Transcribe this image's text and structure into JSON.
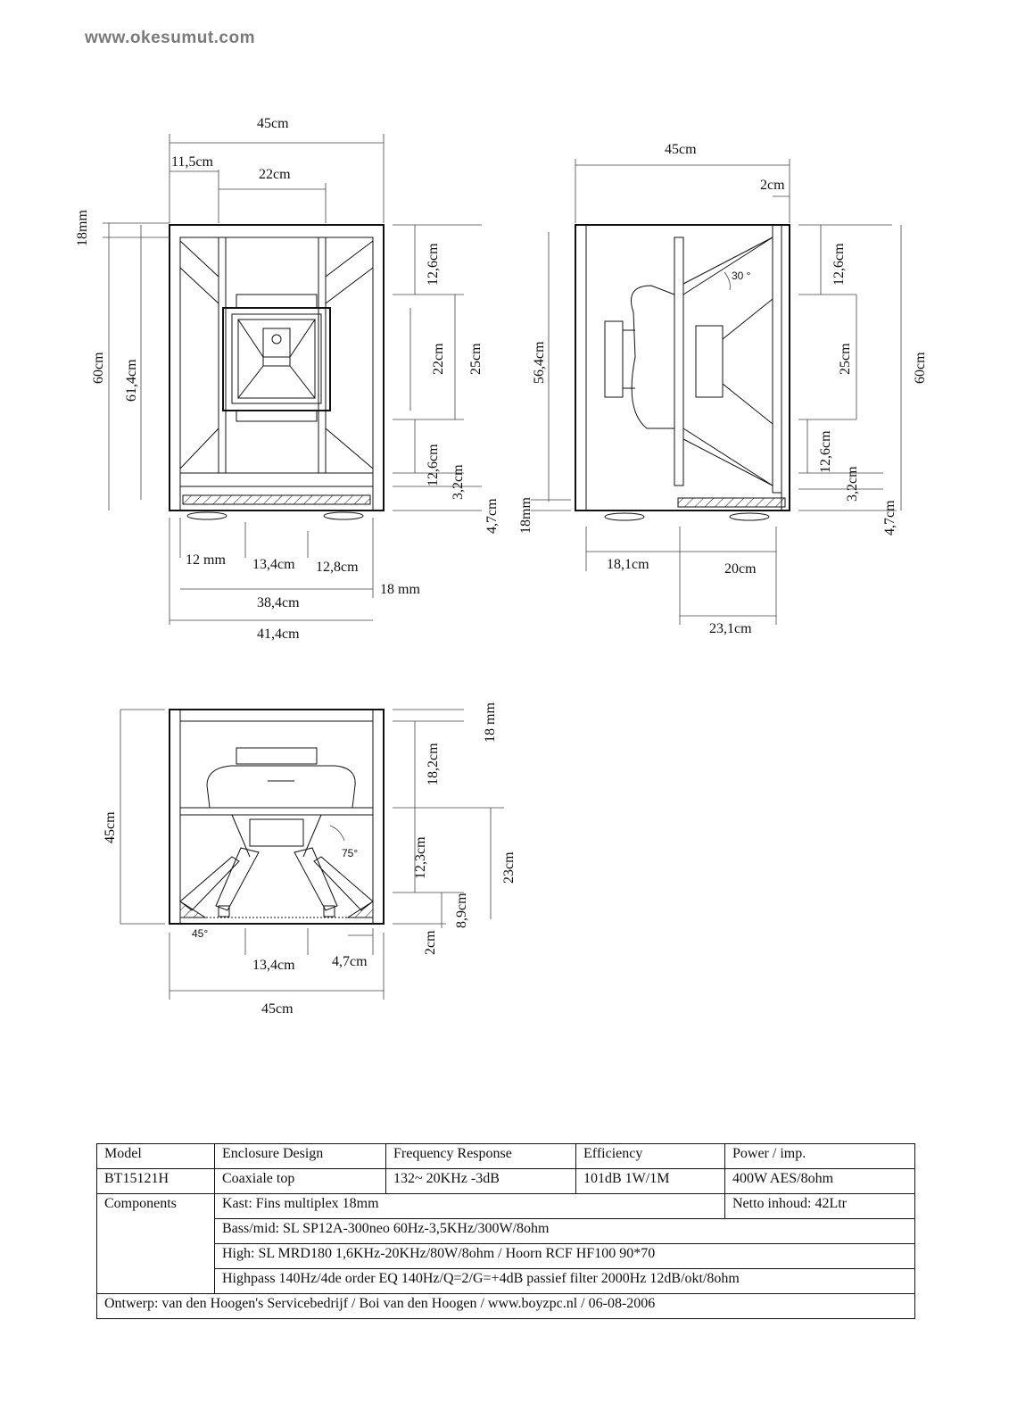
{
  "header": {
    "site": "www.okesumut.com"
  },
  "front_view": {
    "dims": {
      "total_width": "45cm",
      "offset_left": "11,5cm",
      "inner_width": "22cm",
      "top_panel": "18mm",
      "height_outer": "60cm",
      "height_inner": "61,4cm",
      "upper_gap": "12,6cm",
      "horn": "22cm",
      "horn_frame": "25cm",
      "lower_gap": "12,6cm",
      "bottom_gap": "3,2cm",
      "base": "4,7cm",
      "left_mm": "12 mm",
      "mid": "13,4cm",
      "right": "12,8cm",
      "right_mm": "18 mm",
      "width_inner": "38,4cm",
      "width_outer": "41,4cm"
    }
  },
  "side_view": {
    "dims": {
      "depth": "45cm",
      "front_panel": "2cm",
      "height_inner": "56,4cm",
      "top_gap": "12,6cm",
      "driver": "25cm",
      "height": "60cm",
      "lower_gap": "12,6cm",
      "bottom_gap": "3,2cm",
      "base": "4,7cm",
      "base_mm": "18mm",
      "rear": "18,1cm",
      "mid": "20cm",
      "front": "23,1cm"
    },
    "angle": "30 °"
  },
  "top_view": {
    "dims": {
      "depth": "45cm",
      "panel_mm": "18 mm",
      "upper": "18,2cm",
      "mid": "12,3cm",
      "total": "23cm",
      "lower": "8,9cm",
      "bottom": "2cm",
      "width_mid": "13,4cm",
      "width_edge": "4,7cm",
      "width": "45cm"
    },
    "angles": [
      "75°",
      "45°"
    ]
  },
  "spec_table": {
    "headers": [
      "Model",
      "Enclosure Design",
      "Frequency Response",
      "Efficiency",
      "Power / imp."
    ],
    "row1": [
      "BT15121H",
      "Coaxiale top",
      "132~ 20KHz -3dB",
      "101dB 1W/1M",
      "400W AES/8ohm"
    ],
    "components_label": "Components",
    "kast": "Kast: Fins multiplex 18mm",
    "netto": "Netto inhoud: 42Ltr",
    "bass": "Bass/mid: SL SP12A-300neo 60Hz-3,5KHz/300W/8ohm",
    "high": "High: SL MRD180 1,6KHz-20KHz/80W/8ohm / Hoorn RCF HF100 90*70",
    "highpass": "Highpass 140Hz/4de order  EQ 140Hz/Q=2/G=+4dB passief filter 2000Hz 12dB/okt/8ohm",
    "footer": "Ontwerp: van den Hoogen's Servicebedrijf / Boi van den Hoogen / www.boyzpc.nl / 06-08-2006"
  }
}
